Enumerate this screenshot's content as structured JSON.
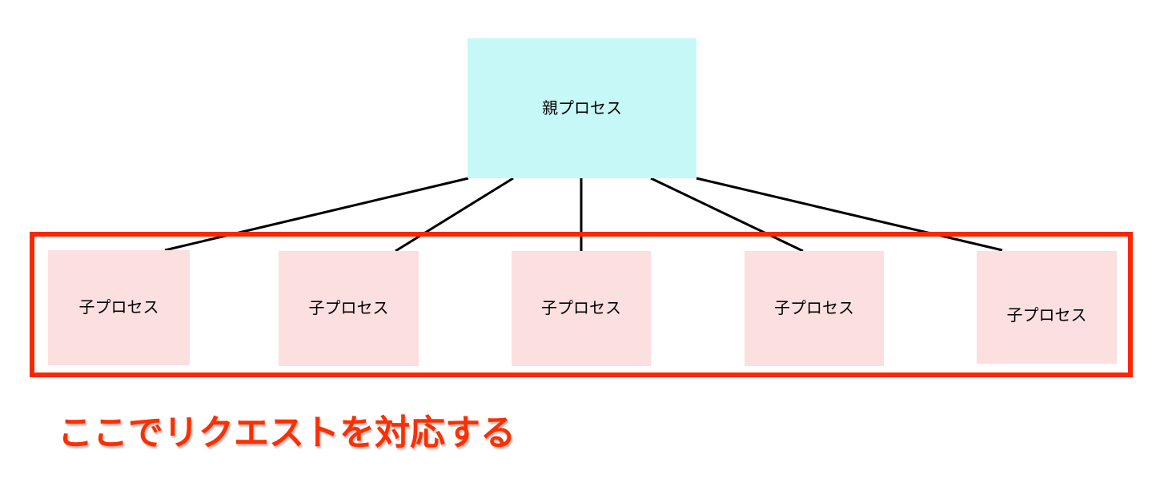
{
  "diagram": {
    "title_text": "",
    "colors": {
      "parent_fill": "#c5f8f6",
      "child_fill": "#fcdfdf",
      "group_border": "#fa2700",
      "caption_text": "#fa3000",
      "caption_outline": "#ffffff",
      "edge_line": "#000000",
      "background": "#ffffff"
    },
    "parent": {
      "label": "親プロセス"
    },
    "children": [
      {
        "label": "子プロセス"
      },
      {
        "label": "子プロセス"
      },
      {
        "label": "子プロセス"
      },
      {
        "label": "子プロセス"
      },
      {
        "label": "子プロセス"
      }
    ],
    "group": {
      "label": "",
      "caption": "ここでリクエストを対応する"
    },
    "edges": [
      {
        "from": "親プロセス",
        "to": "子プロセス 1"
      },
      {
        "from": "親プロセス",
        "to": "子プロセス 2"
      },
      {
        "from": "親プロセス",
        "to": "子プロセス 3"
      },
      {
        "from": "親プロセス",
        "to": "子プロセス 4"
      },
      {
        "from": "親プロセス",
        "to": "子プロセス 5"
      }
    ]
  }
}
